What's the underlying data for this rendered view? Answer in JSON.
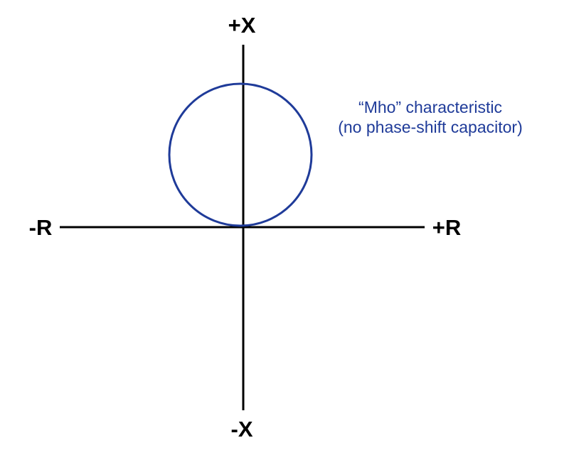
{
  "axes": {
    "positive_x_label": "+X",
    "negative_x_label": "-X",
    "positive_r_label": "+R",
    "negative_r_label": "-R"
  },
  "annotation": {
    "line1": "“Mho” characteristic",
    "line2": "(no phase-shift capacitor)"
  },
  "colors": {
    "axis": "#000000",
    "characteristic": "#1f3b99",
    "background": "#ffffff"
  }
}
